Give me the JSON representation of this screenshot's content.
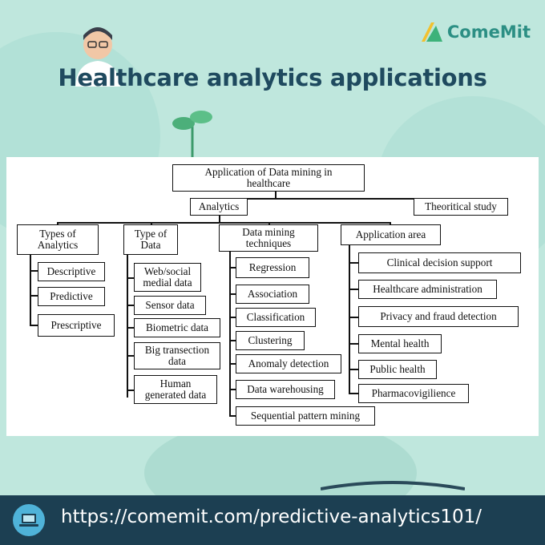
{
  "brand": {
    "name": "ComeMit"
  },
  "title": "Healthcare analytics applications",
  "diagram": {
    "root": "Application of Data mining in\nhealthcare",
    "level1": {
      "analytics": "Analytics",
      "theory": "Theoritical study"
    },
    "categories": [
      {
        "label": "Types of\nAnalytics",
        "items": [
          "Descriptive",
          "Predictive",
          "Prescriptive"
        ]
      },
      {
        "label": "Type of\nData",
        "items": [
          "Web/social\nmedial data",
          "Sensor data",
          "Biometric data",
          "Big transection\ndata",
          "Human\ngenerated data"
        ]
      },
      {
        "label": "Data mining\ntechniques",
        "items": [
          "Regression",
          "Association",
          "Classification",
          "Clustering",
          "Anomaly detection",
          "Data warehousing",
          "Sequential pattern mining"
        ]
      },
      {
        "label": "Application area",
        "items": [
          "Clinical decision support",
          "Healthcare administration",
          "Privacy and fraud detection",
          "Mental health",
          "Public health",
          "Pharmacovigilience"
        ]
      }
    ]
  },
  "footer": {
    "url": "https://comemit.com/predictive-analytics101/"
  },
  "colors": {
    "background": "#bfe7dd",
    "title": "#1f4a5f",
    "footer": "#1c3f52",
    "brand": "#2c8f84"
  }
}
